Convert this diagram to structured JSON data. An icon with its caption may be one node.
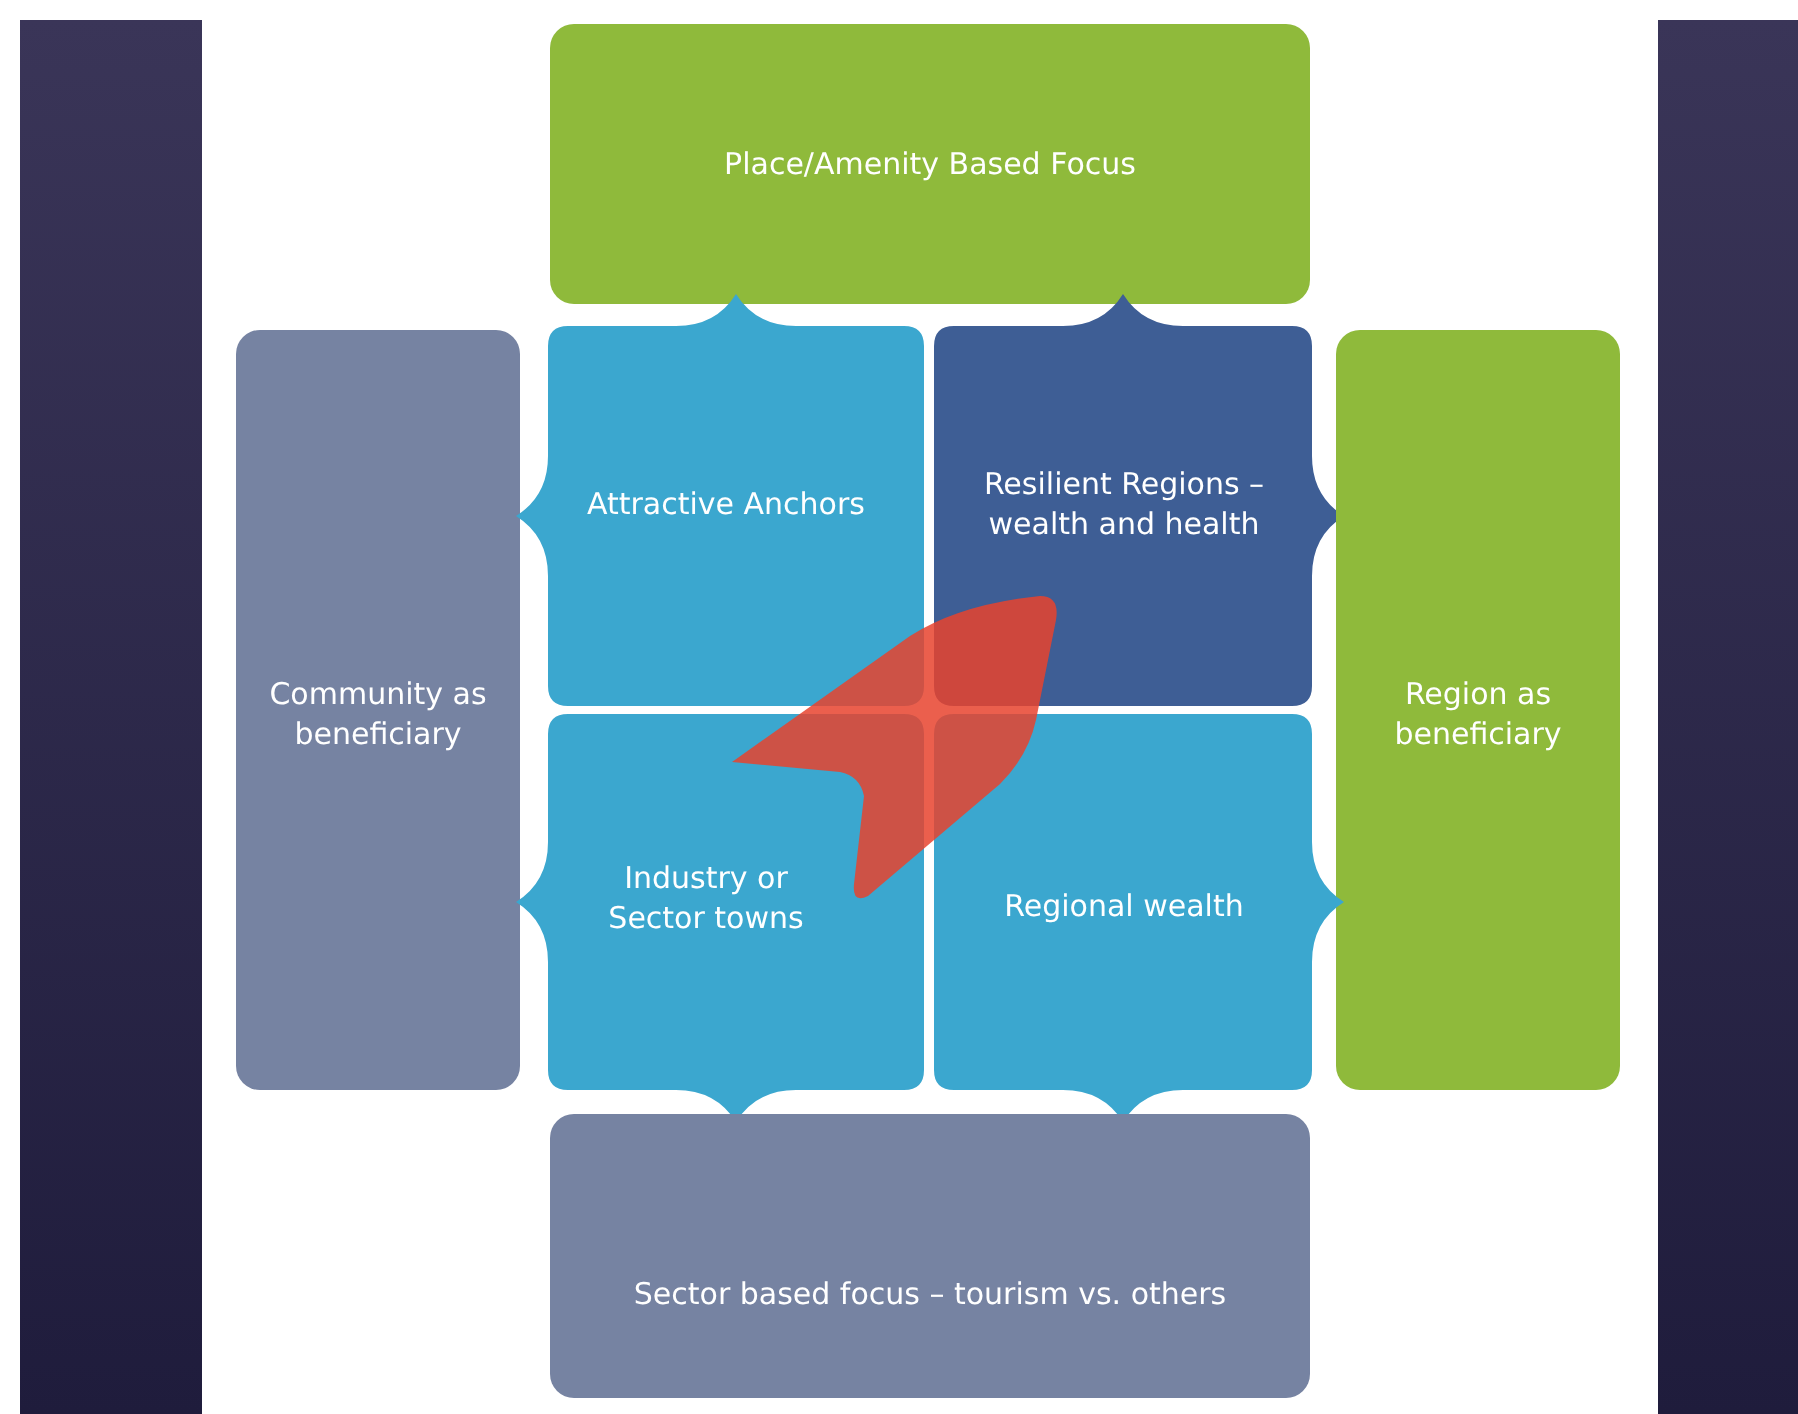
{
  "diagram": {
    "nodes": [
      {
        "text": [
          "Place/Amenity Based Focus"
        ]
      },
      {
        "text": [
          "Community as beneficiary"
        ]
      },
      {
        "text": [
          "Attractive Anchors"
        ]
      },
      {
        "text": [
          "Resilient Regions – wealth and health"
        ]
      },
      {
        "text": [
          "Region as beneficiary"
        ]
      },
      {
        "text": [
          "Industry or Sector towns"
        ]
      },
      {
        "text": [
          "Regional wealth"
        ]
      },
      {
        "text": [
          "Sector based focus – tourism vs. others"
        ]
      }
    ]
  }
}
